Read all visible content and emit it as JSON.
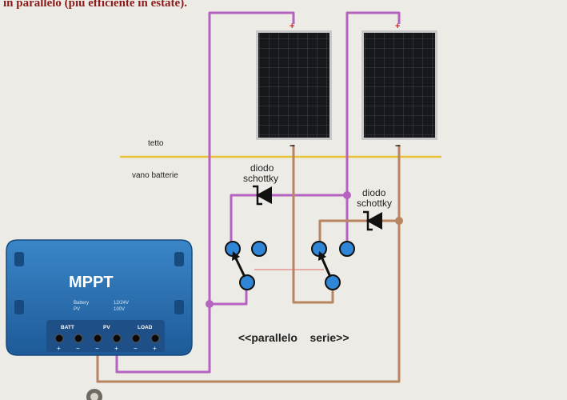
{
  "header": {
    "text": "in parallelo (più efficiente in estate)."
  },
  "labels": {
    "roof": "tetto",
    "battery_room": "vano batterie",
    "diode1": [
      "diodo",
      "schottky"
    ],
    "diode2": [
      "diodo",
      "schottky"
    ],
    "switch_caption": "<<parallelo    serie>>"
  },
  "panels": [
    {
      "plus": "+",
      "minus": "−"
    },
    {
      "plus": "+",
      "minus": "−"
    }
  ],
  "controller": {
    "title": "MPPT",
    "spec_rows": [
      {
        "name": "Battery",
        "value": "12/24V"
      },
      {
        "name": "PV",
        "value": "100V"
      }
    ],
    "terminal_groups": [
      "BATT",
      "PV",
      "LOAD"
    ],
    "terminal_signs": [
      "+",
      "−",
      "−",
      "+",
      "−",
      "+"
    ]
  },
  "colors": {
    "positive_wire": "#b562c0",
    "negative_wire": "#b88560",
    "roof_line": "#e8c33a",
    "header_text": "#8b1a1a",
    "controller_body": "#2a6fb0",
    "switch_contact": "#2f86d6"
  }
}
